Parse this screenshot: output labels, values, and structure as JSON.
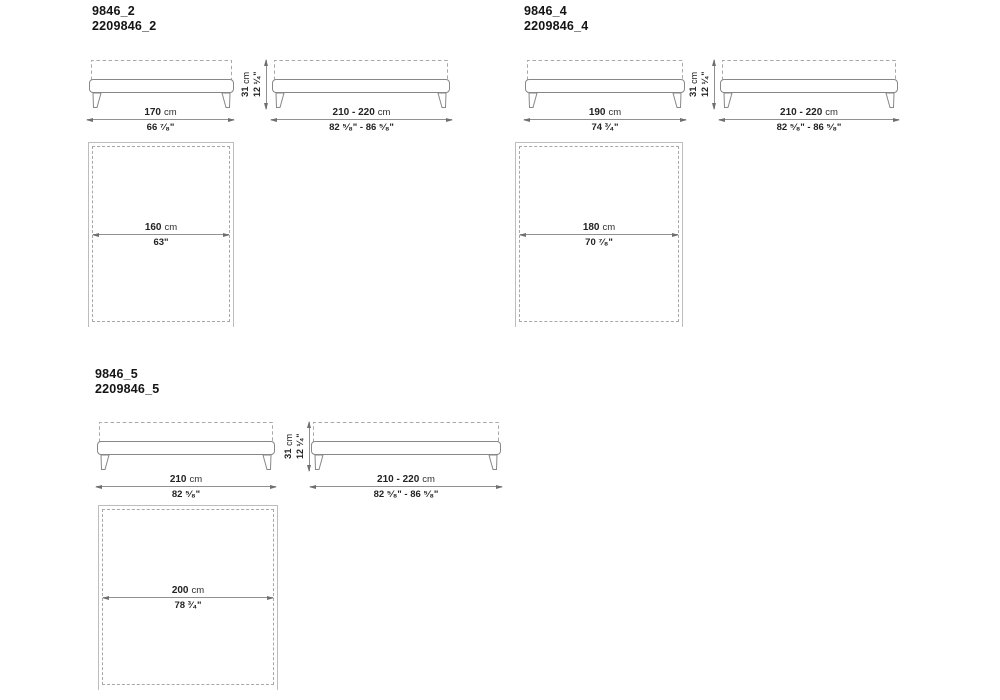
{
  "document": {
    "type": "furniture-dimension-sheet",
    "background": "#ffffff"
  },
  "colors": {
    "text": "#141414",
    "drawing_line": "#878787",
    "dashed_line": "#a8a8a8",
    "dimension_line": "#919191"
  },
  "products": [
    {
      "code": "9846_2",
      "code_full": "2209846_2",
      "front": {
        "w_num": "170",
        "w_unit": "cm",
        "w_in": "66 ⁷⁄₈\""
      },
      "height": {
        "h_num": "31",
        "h_unit": "cm",
        "h_in": "12 ¹⁄₄\""
      },
      "side": {
        "w_num": "210 - 220",
        "w_unit": "cm",
        "w_in": "82 ⁵⁄₈\" - 86 ⁵⁄₈\""
      },
      "plan": {
        "w_num": "160",
        "w_unit": "cm",
        "w_in": "63\""
      }
    },
    {
      "code": "9846_4",
      "code_full": "2209846_4",
      "front": {
        "w_num": "190",
        "w_unit": "cm",
        "w_in": "74 ³⁄₄\""
      },
      "height": {
        "h_num": "31",
        "h_unit": "cm",
        "h_in": "12 ¹⁄₄\""
      },
      "side": {
        "w_num": "210 - 220",
        "w_unit": "cm",
        "w_in": "82 ⁵⁄₈\" - 86 ⁵⁄₈\""
      },
      "plan": {
        "w_num": "180",
        "w_unit": "cm",
        "w_in": "70 ⁷⁄₈\""
      }
    },
    {
      "code": "9846_5",
      "code_full": "2209846_5",
      "front": {
        "w_num": "210",
        "w_unit": "cm",
        "w_in": "82 ⁵⁄₈\""
      },
      "height": {
        "h_num": "31",
        "h_unit": "cm",
        "h_in": "12 ¹⁄₄\""
      },
      "side": {
        "w_num": "210 - 220",
        "w_unit": "cm",
        "w_in": "82 ⁵⁄₈\" - 86 ⁵⁄₈\""
      },
      "plan": {
        "w_num": "200",
        "w_unit": "cm",
        "w_in": "78 ³⁄₄\""
      }
    }
  ]
}
